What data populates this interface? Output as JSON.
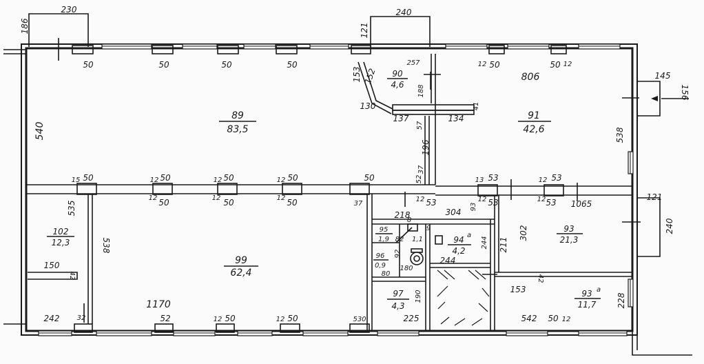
{
  "rooms": [
    {
      "id": "89",
      "number": "89",
      "area": "83,5"
    },
    {
      "id": "90",
      "number": "90",
      "area": "4,6"
    },
    {
      "id": "91",
      "number": "91",
      "area": "42,6"
    },
    {
      "id": "102",
      "number": "102",
      "area": "12,3"
    },
    {
      "id": "99",
      "number": "99",
      "area": "62,4"
    },
    {
      "id": "95",
      "number": "95",
      "area": "1,9"
    },
    {
      "id": "96",
      "number": "96",
      "area": "0,9"
    },
    {
      "id": "94a",
      "number": "94",
      "suffix": "a",
      "area": "4,2"
    },
    {
      "id": "97",
      "number": "97",
      "area": "4,3"
    },
    {
      "id": "93",
      "number": "93",
      "area": "21,3"
    },
    {
      "id": "93a",
      "number": "93",
      "suffix": "a",
      "area": "11,7"
    }
  ],
  "extra_area": "1,1",
  "dims": {
    "ext_230": "230",
    "ext_186": "186",
    "ext_240_top": "240",
    "ext_121_top": "121",
    "ext_145": "145",
    "ext_156": "156",
    "ext_121_right": "121",
    "ext_240_right": "240",
    "top_50_1": "50",
    "top_50_2": "50",
    "top_50_3": "50",
    "top_50_4": "50",
    "top_12_1": "12",
    "top_50_5": "50",
    "top_50_6": "50",
    "top_12_2": "12",
    "d_153": "153",
    "d_152": "152",
    "d_130": "130",
    "d_257": "257",
    "d_188": "188",
    "d_137": "137",
    "d_134": "134",
    "d_41": "41",
    "d_806": "806",
    "d_540": "540",
    "d_538_r": "538",
    "d_57": "57",
    "d_196": "196",
    "d_37_a": "37",
    "d_52": "52",
    "mid_15": "15",
    "mid_50_1": "50",
    "mid_12_1": "12",
    "mid_50_2": "50",
    "mid_12_2": "12",
    "mid_50_3": "50",
    "mid_12_3": "12",
    "mid_50_4": "50",
    "mid_50_5": "50",
    "mid_13": "13",
    "mid_53_1": "53",
    "mid_12_4": "12",
    "mid_53_2": "53",
    "low_50_1": "50",
    "low_12_1": "12",
    "low_50_2": "50",
    "low_12_2": "12",
    "low_50_3": "50",
    "low_37": "37",
    "low_12_3": "12",
    "low_53_1": "53",
    "low_304": "304",
    "low_93": "93",
    "low_12_4": "12",
    "low_53_2": "53",
    "low_12_5": "12",
    "low_53_3": "53",
    "d_1065": "1065",
    "d_535": "535",
    "d_538_l": "538",
    "d_218": "218",
    "d_8": "8",
    "d_9": "9",
    "d_82": "82",
    "d_244_v": "244",
    "d_211": "211",
    "d_302": "302",
    "d_92": "92",
    "d_180": "180",
    "d_80": "80",
    "d_244_h": "244",
    "d_150": "150",
    "d_42_a": "42",
    "d_1170": "1170",
    "d_190": "190",
    "d_153_b": "153",
    "d_42_b": "42",
    "d_228": "228",
    "bot_242": "242",
    "bot_32": "32",
    "bot_52": "52",
    "bot_12_1": "12",
    "bot_50_1": "50",
    "bot_12_2": "12",
    "bot_50_2": "50",
    "bot_530": "530",
    "bot_225": "225",
    "bot_542": "542",
    "bot_50_3": "50",
    "bot_12_3": "12"
  }
}
